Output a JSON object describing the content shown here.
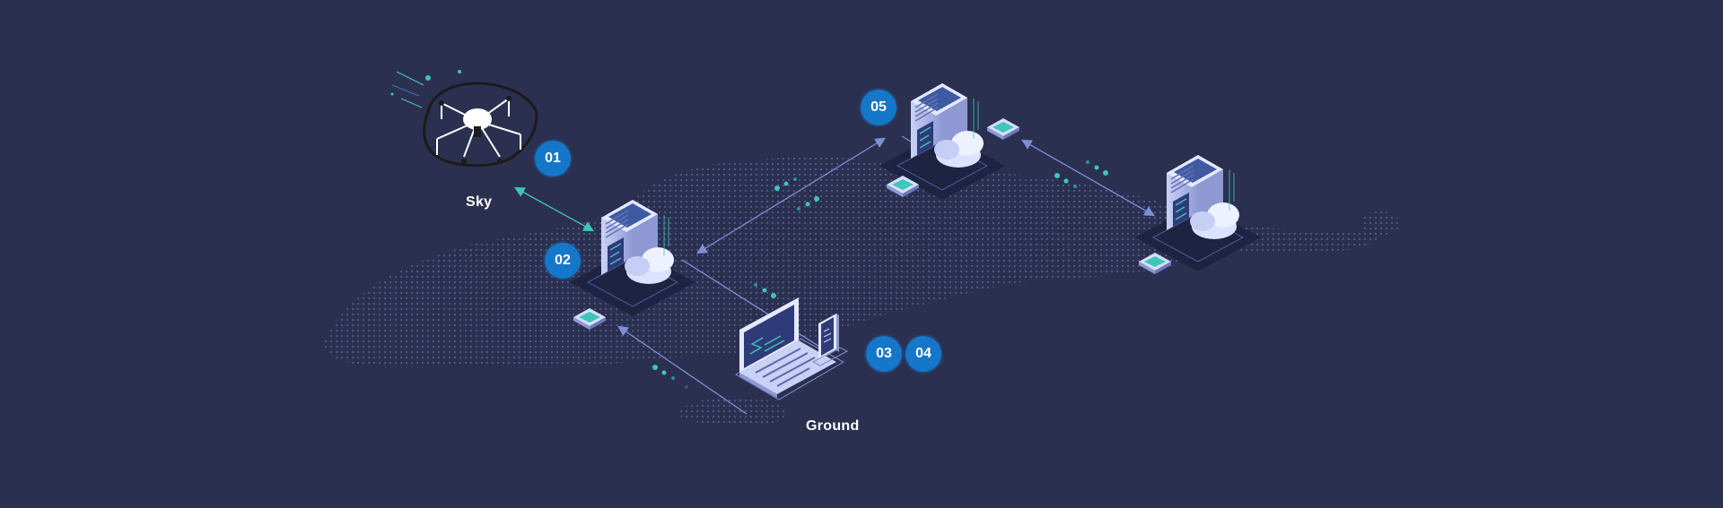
{
  "labels": {
    "sky": "Sky",
    "ground": "Ground"
  },
  "badges": [
    "01",
    "02",
    "03",
    "04",
    "05"
  ],
  "colors": {
    "background": "#2b3050",
    "badge": "#1577c9",
    "link": "#7d8fd6",
    "teal": "#3ec6b8",
    "server": "#e4e9ff",
    "platform": "#1e2342"
  },
  "icons": [
    "drone-icon",
    "server-icon",
    "cloud-icon",
    "laptop-icon",
    "phone-icon",
    "chip-icon",
    "world-map-icon"
  ]
}
